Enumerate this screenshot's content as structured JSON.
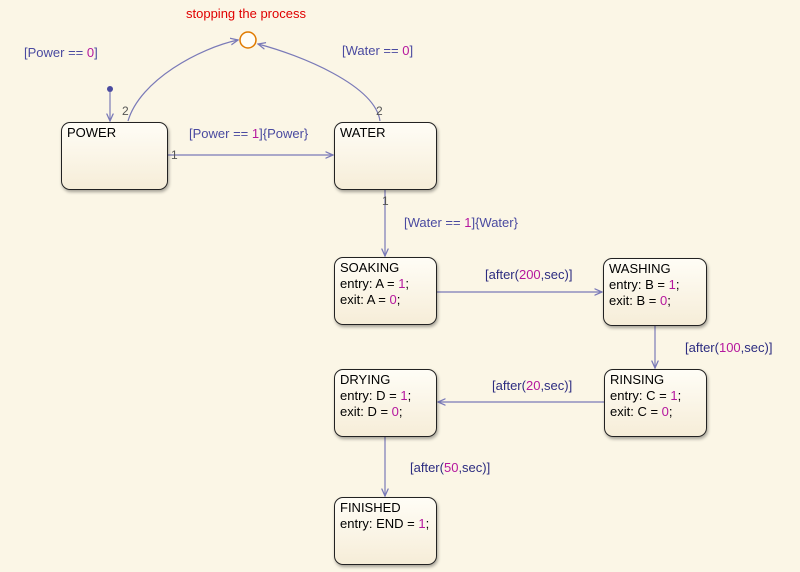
{
  "junction": {
    "label": "stopping the process"
  },
  "states": {
    "power": {
      "name": "POWER"
    },
    "water": {
      "name": "WATER"
    },
    "soaking": {
      "name": "SOAKING",
      "entry_prefix": "entry: A = ",
      "entry_val": "1",
      "exit_prefix": "exit: A = ",
      "exit_val": "0"
    },
    "washing": {
      "name": "WASHING",
      "entry_prefix": "entry: B = ",
      "entry_val": "1",
      "exit_prefix": "exit: B = ",
      "exit_val": "0"
    },
    "rinsing": {
      "name": "RINSING",
      "entry_prefix": "entry: C = ",
      "entry_val": "1",
      "exit_prefix": "exit: C = ",
      "exit_val": "0"
    },
    "drying": {
      "name": "DRYING",
      "entry_prefix": "entry: D = ",
      "entry_val": "1",
      "exit_prefix": "exit: D = ",
      "exit_val": "0"
    },
    "finished": {
      "name": "FINISHED",
      "entry_prefix": "entry: END = ",
      "entry_val": "1"
    }
  },
  "transitions": {
    "power_stop": {
      "pre": "[Power == ",
      "val": "0",
      "post": "]",
      "order": "2"
    },
    "water_stop": {
      "pre": "[Water == ",
      "val": "0",
      "post": "]",
      "order": "2"
    },
    "power_water": {
      "pre": "[Power == ",
      "val": "1",
      "post": "]{Power}",
      "order": "1"
    },
    "water_soak": {
      "pre": "[Water == ",
      "val": "1",
      "post": "]{Water}",
      "order": "1"
    },
    "soak_wash": {
      "pre": "[after(",
      "val": "200",
      "post": ",sec)]"
    },
    "wash_rinse": {
      "pre": "[after(",
      "val": "100",
      "post": ",sec)]"
    },
    "rinse_dry": {
      "pre": "[after(",
      "val": "20",
      "post": ",sec)]"
    },
    "dry_finish": {
      "pre": "[after(",
      "val": "50",
      "post": ",sec)]"
    }
  },
  "colors": {
    "wire": "#7a7ab8",
    "junction": "#e07a00",
    "condition": "#4a4aa0",
    "number": "#b5179e",
    "junction_label": "#e00000"
  }
}
